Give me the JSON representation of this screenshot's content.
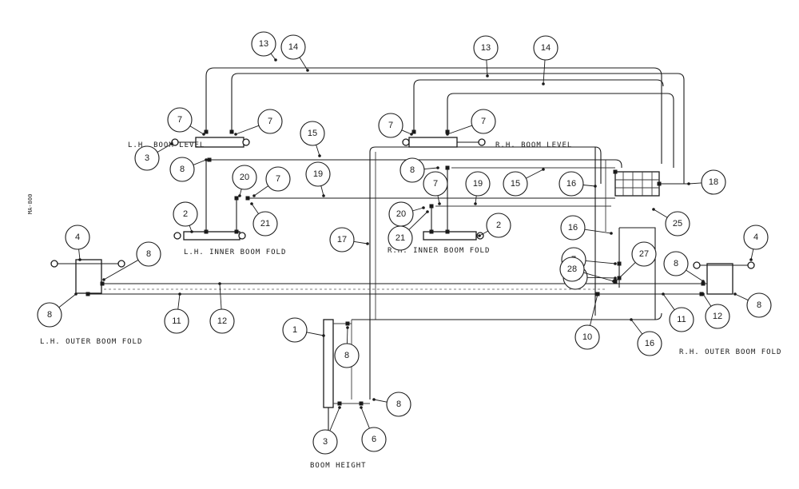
{
  "labels": {
    "lh_boom_level": "L.H. BOOM LEVEL",
    "rh_boom_level": "R.H. BOOM LEVEL",
    "lh_inner_boom_fold": "L.H. INNER BOOM FOLD",
    "rh_inner_boom_fold": "R.H. INNER BOOM FOLD",
    "lh_outer_boom_fold": "L.H. OUTER BOOM FOLD",
    "rh_outer_boom_fold": "R.H. OUTER BOOM FOLD",
    "boom_height": "BOOM HEIGHT",
    "drawing_code": "MA-800"
  },
  "callouts": [
    {
      "num": "13"
    },
    {
      "num": "14"
    },
    {
      "num": "13"
    },
    {
      "num": "14"
    },
    {
      "num": "7"
    },
    {
      "num": "7"
    },
    {
      "num": "7"
    },
    {
      "num": "7"
    },
    {
      "num": "3"
    },
    {
      "num": "8"
    },
    {
      "num": "15"
    },
    {
      "num": "20"
    },
    {
      "num": "7"
    },
    {
      "num": "19"
    },
    {
      "num": "21"
    },
    {
      "num": "2"
    },
    {
      "num": "8"
    },
    {
      "num": "7"
    },
    {
      "num": "19"
    },
    {
      "num": "15"
    },
    {
      "num": "16"
    },
    {
      "num": "18"
    },
    {
      "num": "20"
    },
    {
      "num": "2"
    },
    {
      "num": "21"
    },
    {
      "num": "25"
    },
    {
      "num": "17"
    },
    {
      "num": "16"
    },
    {
      "num": "7"
    },
    {
      "num": "21"
    },
    {
      "num": "27"
    },
    {
      "num": "28"
    },
    {
      "num": "4"
    },
    {
      "num": "8"
    },
    {
      "num": "8"
    },
    {
      "num": "11"
    },
    {
      "num": "12"
    },
    {
      "num": "4"
    },
    {
      "num": "8"
    },
    {
      "num": "12"
    },
    {
      "num": "8"
    },
    {
      "num": "11"
    },
    {
      "num": "10"
    },
    {
      "num": "16"
    },
    {
      "num": "1"
    },
    {
      "num": "8"
    },
    {
      "num": "3"
    },
    {
      "num": "6"
    },
    {
      "num": "8"
    }
  ]
}
